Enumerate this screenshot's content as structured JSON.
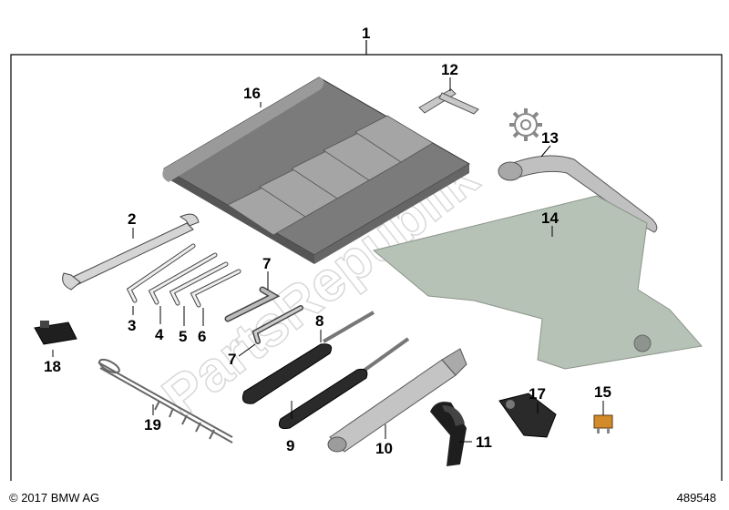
{
  "diagram": {
    "labels": {
      "l1": "1",
      "l2": "2",
      "l3": "3",
      "l4": "4",
      "l5": "5",
      "l6": "6",
      "l7a": "7",
      "l7b": "7",
      "l8": "8",
      "l9": "9",
      "l10": "10",
      "l11": "11",
      "l12": "12",
      "l13": "13",
      "l14": "14",
      "l15": "15",
      "l16": "16",
      "l17": "17",
      "l18": "18",
      "l19": "19"
    },
    "watermark": "PartsRepublik"
  },
  "footer": {
    "copyright": "© 2017 BMW AG",
    "reference": "489548"
  }
}
